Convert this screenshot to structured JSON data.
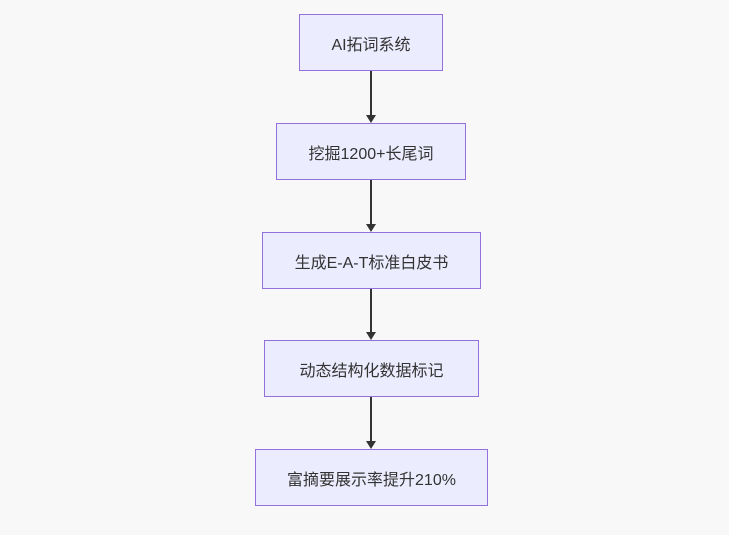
{
  "flowchart": {
    "direction": "top-down",
    "nodes": [
      {
        "id": "node-1",
        "label": "AI拓词系统"
      },
      {
        "id": "node-2",
        "label": "挖掘1200+长尾词"
      },
      {
        "id": "node-3",
        "label": "生成E-A-T标准白皮书"
      },
      {
        "id": "node-4",
        "label": "动态结构化数据标记"
      },
      {
        "id": "node-5",
        "label": "富摘要展示率提升210%"
      }
    ],
    "edges": [
      {
        "from": "node-1",
        "to": "node-2",
        "style": "arrow"
      },
      {
        "from": "node-2",
        "to": "node-3",
        "style": "arrow"
      },
      {
        "from": "node-3",
        "to": "node-4",
        "style": "arrow"
      },
      {
        "from": "node-4",
        "to": "node-5",
        "style": "arrow"
      }
    ],
    "colors": {
      "node_fill": "#ECECFF",
      "node_border": "#9370DB",
      "edge": "#333333",
      "text": "#333333",
      "background": "#F8F8F8"
    }
  }
}
